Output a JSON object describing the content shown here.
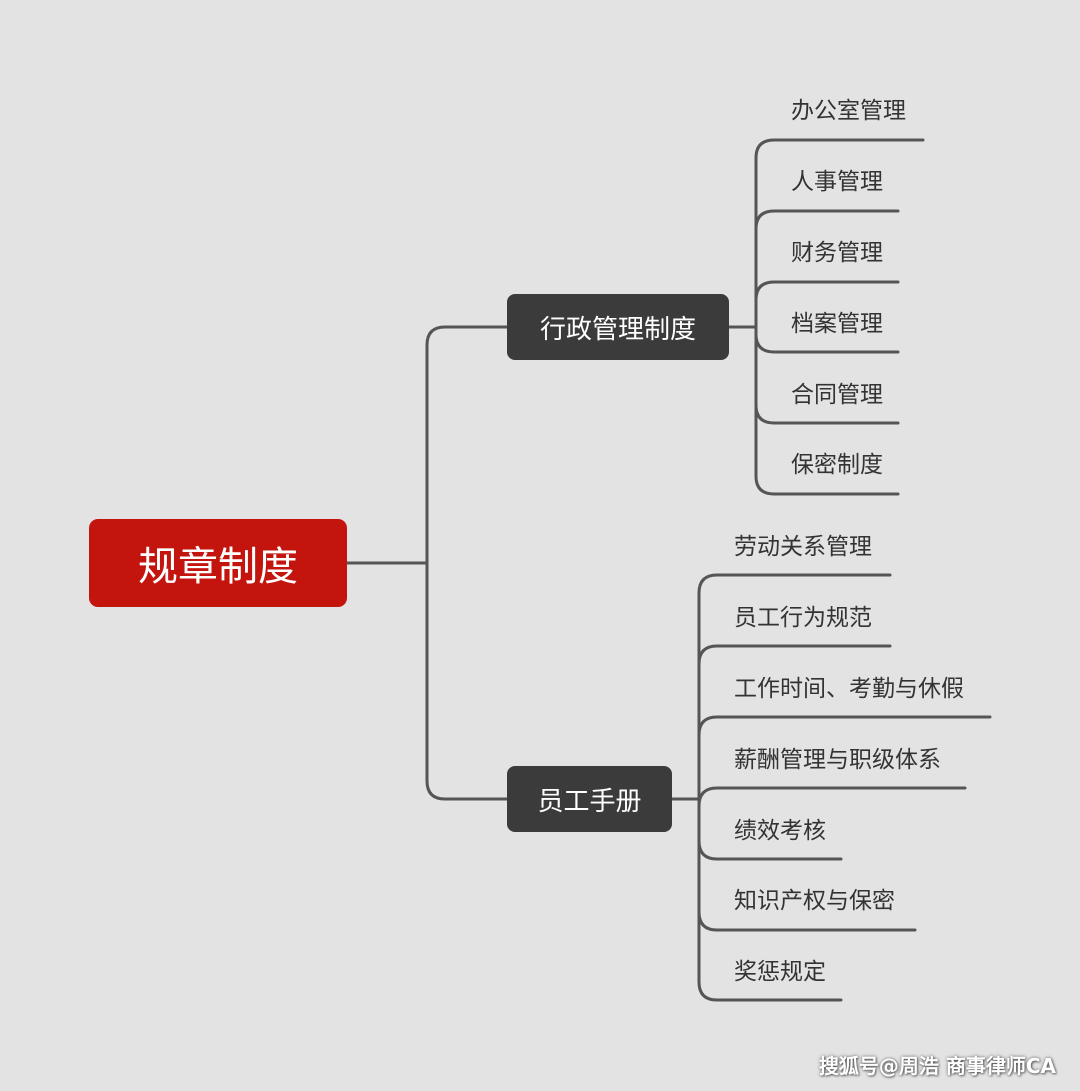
{
  "root": {
    "label": "规章制度",
    "color": "#c3140e"
  },
  "branches": [
    {
      "label": "行政管理制度",
      "children": [
        "办公室管理",
        "人事管理",
        "财务管理",
        "档案管理",
        "合同管理",
        "保密制度"
      ]
    },
    {
      "label": "员工手册",
      "children": [
        "劳动关系管理",
        "员工行为规范",
        "工作时间、考勤与休假",
        "薪酬管理与职级体系",
        "绩效考核",
        "知识产权与保密",
        "奖惩规定"
      ]
    }
  ],
  "watermark": "搜狐号@周浩 商事律师CA"
}
